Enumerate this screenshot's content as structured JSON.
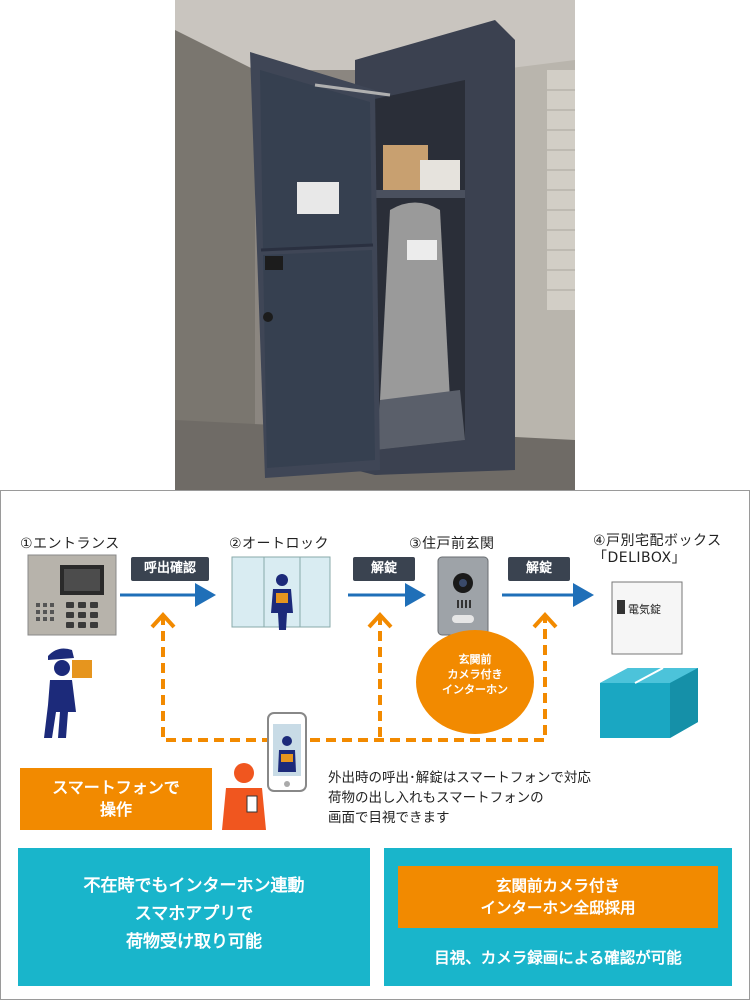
{
  "steps": [
    {
      "label": "①エントランス"
    },
    {
      "label": "②オートロック"
    },
    {
      "label": "③住戸前玄関"
    },
    {
      "label_line1": "④戸別宅配ボックス",
      "label_line2": "「DELIBOX」"
    }
  ],
  "arrows": [
    {
      "label": "呼出確認"
    },
    {
      "label": "解錠"
    },
    {
      "label": "解錠"
    }
  ],
  "box_lock_label": "電気錠",
  "intercom_circle": {
    "line1": "玄関前",
    "line2": "カメラ付き",
    "line3": "インターホン"
  },
  "smartphone_button": {
    "line1": "スマートフォンで",
    "line2": "操作"
  },
  "note": {
    "line1": "外出時の呼出･解錠はスマートフォンで対応",
    "line2": "荷物の出し入れもスマートフォンの",
    "line3": "画面で目視できます"
  },
  "feature_left": {
    "line1": "不在時でもインターホン連動",
    "line2": "スマホアプリで",
    "line3": "荷物受け取り可能"
  },
  "feature_right": {
    "heading_line1": "玄関前カメラ付き",
    "heading_line2": "インターホン全邸採用",
    "text": "目視、カメラ録画による確認が可能"
  },
  "colors": {
    "accent_orange": "#f28a00",
    "accent_cyan": "#19b5cb",
    "arrow_blue": "#1f6fb8",
    "pill_dark": "#3a4350"
  },
  "icons": [
    "entrance-intercom-panel",
    "delivery-person-icon",
    "autolock-door",
    "door-camera-intercom",
    "delivery-box-locker",
    "package-box-icon",
    "smartphone-icon",
    "person-with-phone-icon"
  ]
}
